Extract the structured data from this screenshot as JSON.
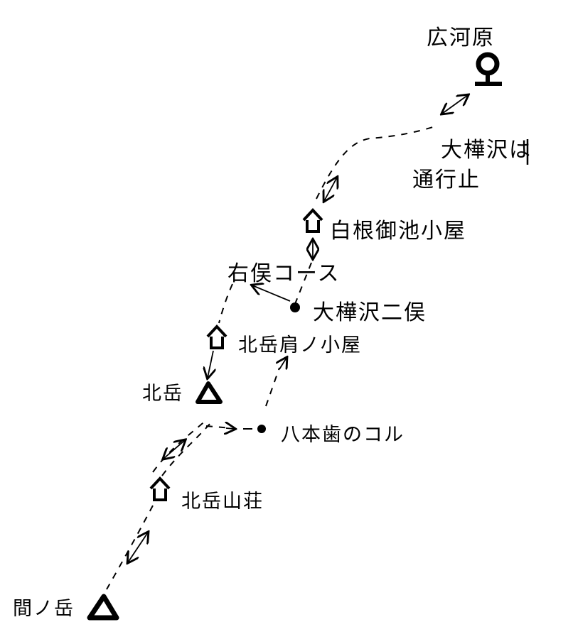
{
  "title": "北岳周辺ルート図",
  "places": {
    "hirogawara": "広河原",
    "closure_line1": "大樺沢は",
    "closure_line2": "通行止",
    "shiranemiike": "白根御池小屋",
    "migimata": "右俣コース",
    "futamata": "大樺沢二俣",
    "katanokoya": "北岳肩ノ小屋",
    "kitadake": "北岳",
    "hachihonba": "八本歯のコル",
    "sanso": "北岳山荘",
    "ainodake": "間ノ岳"
  },
  "icons": [
    "bus-stop-icon",
    "hut-icon",
    "summit-icon",
    "waypoint-icon"
  ]
}
